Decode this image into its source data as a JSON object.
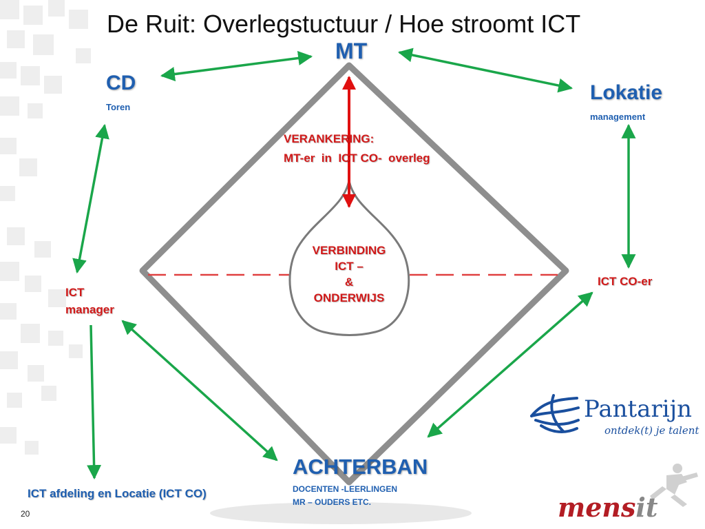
{
  "title": "De Ruit: Overlegstuctuur  / Hoe stroomt ICT",
  "nodes": {
    "mt": "MT",
    "cd": "CD",
    "cd_sub": "Toren",
    "lokatie": "Lokatie",
    "lokatie_sub": "management",
    "ict_manager_line1": "ICT",
    "ict_manager_line2": "manager",
    "ict_co_er": "ICT CO-er",
    "ict_afdeling": "ICT afdeling en Locatie (ICT CO)",
    "achterban": "ACHTERBAN",
    "achterban_sub1": "DOCENTEN -LEERLINGEN",
    "achterban_sub2": "MR – OUDERS ETC."
  },
  "verankering": {
    "line1": "VERANKERING:",
    "line2": "MT-er  in  ICT CO-  overleg"
  },
  "verbinding": {
    "line1": "VERBINDING",
    "line2": "ICT –",
    "line3": "&",
    "line4": "ONDERWIJS"
  },
  "logos": {
    "pantarijn_name": "Pantarijn",
    "pantarijn_tagline": "ontdek(t) je talent",
    "mensit_a": "mens",
    "mensit_b": "it"
  },
  "page_number": "20",
  "colors": {
    "arrow_green": "#1aa64a",
    "arrow_red": "#e01010",
    "diamond_gray": "#8a8a8a",
    "dashed_red": "#e04040",
    "accent_blue": "#1f5fb0"
  }
}
